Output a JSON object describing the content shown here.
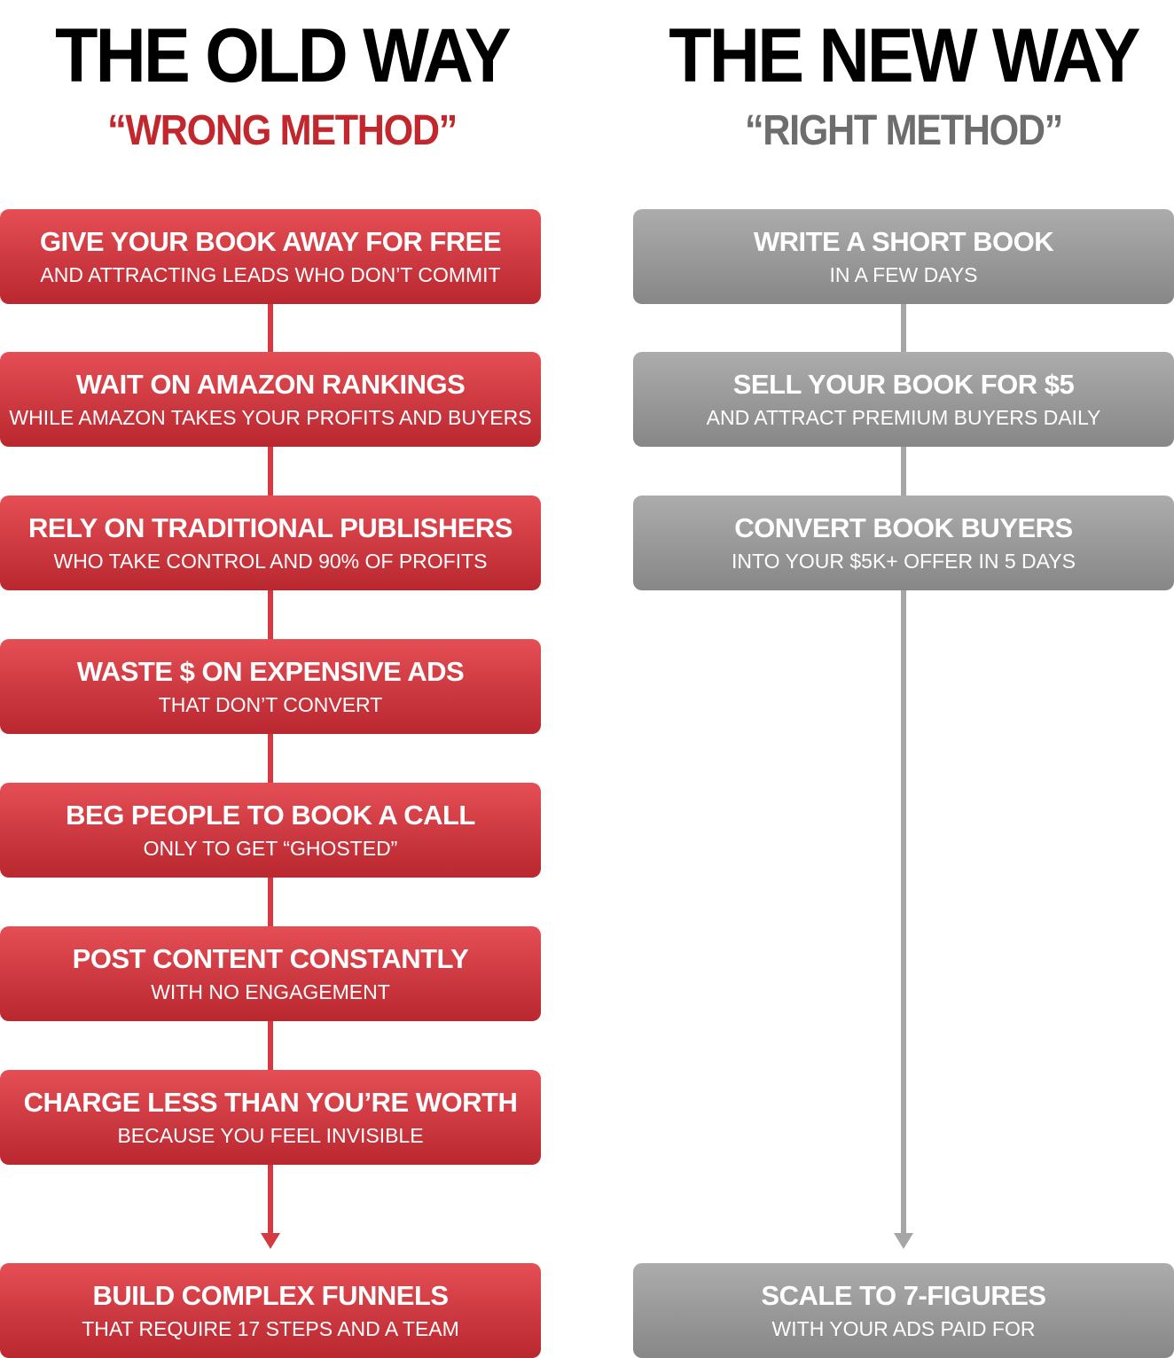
{
  "old": {
    "title": "THE OLD WAY",
    "subtitle": "“WRONG METHOD”",
    "color": "#c1272d",
    "steps": [
      {
        "heading": "GIVE YOUR BOOK AWAY FOR FREE",
        "sub": "AND ATTRACTING LEADS WHO DON’T COMMIT"
      },
      {
        "heading": "WAIT ON AMAZON RANKINGS",
        "sub": "WHILE AMAZON TAKES YOUR PROFITS AND BUYERS"
      },
      {
        "heading": "RELY ON TRADITIONAL PUBLISHERS",
        "sub": "WHO TAKE CONTROL AND 90% OF PROFITS"
      },
      {
        "heading": "WASTE $ ON EXPENSIVE ADS",
        "sub": "THAT DON’T CONVERT"
      },
      {
        "heading": "BEG PEOPLE TO BOOK A CALL",
        "sub": "ONLY TO GET “GHOSTED”"
      },
      {
        "heading": "POST CONTENT CONSTANTLY",
        "sub": "WITH NO ENGAGEMENT"
      },
      {
        "heading": "CHARGE LESS THAN YOU’RE WORTH",
        "sub": "BECAUSE YOU FEEL INVISIBLE"
      }
    ],
    "result": {
      "heading": "BUILD COMPLEX FUNNELS",
      "sub": "THAT REQUIRE 17 STEPS AND A TEAM"
    }
  },
  "new": {
    "title": "THE NEW WAY",
    "subtitle": "“RIGHT METHOD”",
    "color": "#6d6d6d",
    "steps": [
      {
        "heading": "WRITE A SHORT BOOK",
        "sub": "IN A FEW DAYS"
      },
      {
        "heading": "SELL YOUR BOOK FOR $5",
        "sub": "AND ATTRACT PREMIUM BUYERS DAILY"
      },
      {
        "heading": "CONVERT BOOK BUYERS",
        "sub": "INTO YOUR $5K+ OFFER IN 5 DAYS"
      }
    ],
    "result": {
      "heading": "SCALE TO 7-FIGURES",
      "sub": "WITH YOUR ADS PAID FOR"
    }
  }
}
